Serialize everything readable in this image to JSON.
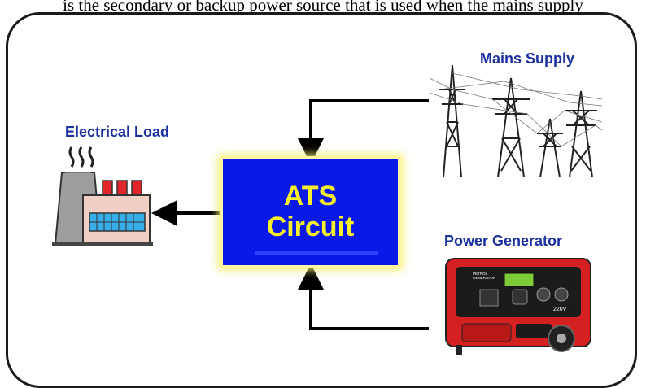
{
  "caption": "is the secondary or backup power source that is used when the mains supply",
  "labels": {
    "mains_supply": "Mains Supply",
    "electrical_load": "Electrical Load",
    "power_generator": "Power Generator"
  },
  "ats": {
    "line1": "ATS",
    "line2": "Circuit"
  },
  "generator_panel": {
    "brand_line1": "PETROL",
    "brand_line2": "GENERATOR",
    "voltage": "220V"
  },
  "colors": {
    "label": "#1a2fa0",
    "ats_fill": "#0a18e8",
    "ats_text": "#f6ef2a",
    "ats_glow": "#f4ef6a",
    "arrow": "#000000",
    "generator_red": "#d42020"
  }
}
